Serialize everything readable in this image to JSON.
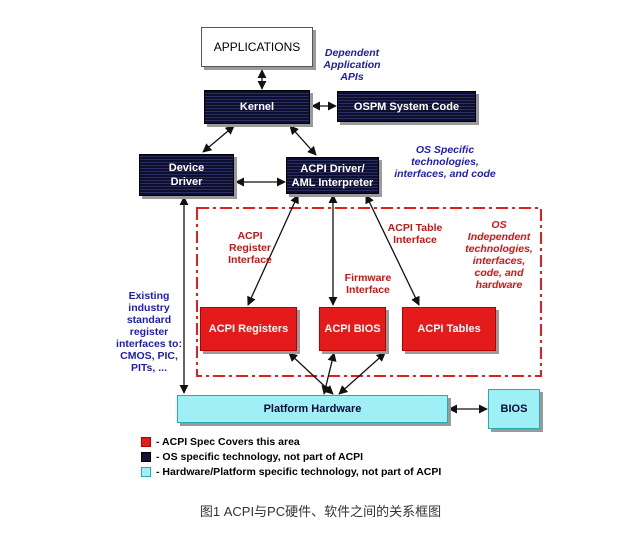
{
  "boxes": {
    "applications": "APPLICATIONS",
    "kernel": "Kernel",
    "ospm": "OSPM System Code",
    "device_driver": [
      "Device",
      "Driver"
    ],
    "acpi_driver": [
      "ACPI Driver/",
      "AML Interpreter"
    ],
    "acpi_registers": "ACPI Registers",
    "acpi_bios": "ACPI BIOS",
    "acpi_tables": "ACPI Tables",
    "platform_hardware": "Platform Hardware",
    "bios": "BIOS"
  },
  "labels": {
    "dependent_apis": [
      "Dependent",
      "Application",
      "APIs"
    ],
    "os_specific": [
      "OS Specific",
      "technologies,",
      "interfaces, and code"
    ],
    "os_independent": [
      "OS",
      "Independent",
      "technologies,",
      "interfaces,",
      "code, and",
      "hardware"
    ],
    "acpi_register_interface": [
      "ACPI",
      "Register",
      "Interface"
    ],
    "acpi_table_interface": [
      "ACPI Table",
      "Interface"
    ],
    "firmware_interface": [
      "Firmware",
      "Interface"
    ],
    "existing_registers": [
      "Existing",
      "industry",
      "standard",
      "register",
      "interfaces to:",
      "CMOS, PIC,",
      "PITs, ..."
    ]
  },
  "legend": [
    {
      "text": "- ACPI Spec Covers this area",
      "color": "#e51a1a",
      "border": "#b40000"
    },
    {
      "text": "- OS specific technology, not part of ACPI",
      "color": "#14143a",
      "border": "#000000"
    },
    {
      "text": "- Hardware/Platform specific technology, not part of ACPI",
      "color": "#9ef0f4",
      "border": "#2ba9b3"
    }
  ],
  "caption": "图1 ACPI与PC硬件、软件之间的关系框图",
  "colors": {
    "acpi_red": "#e51a1a",
    "os_navy": "#0d0d2e",
    "hw_cyan": "#9ef0f4",
    "label_blue": "#1d1db0",
    "label_red": "#d81414"
  }
}
